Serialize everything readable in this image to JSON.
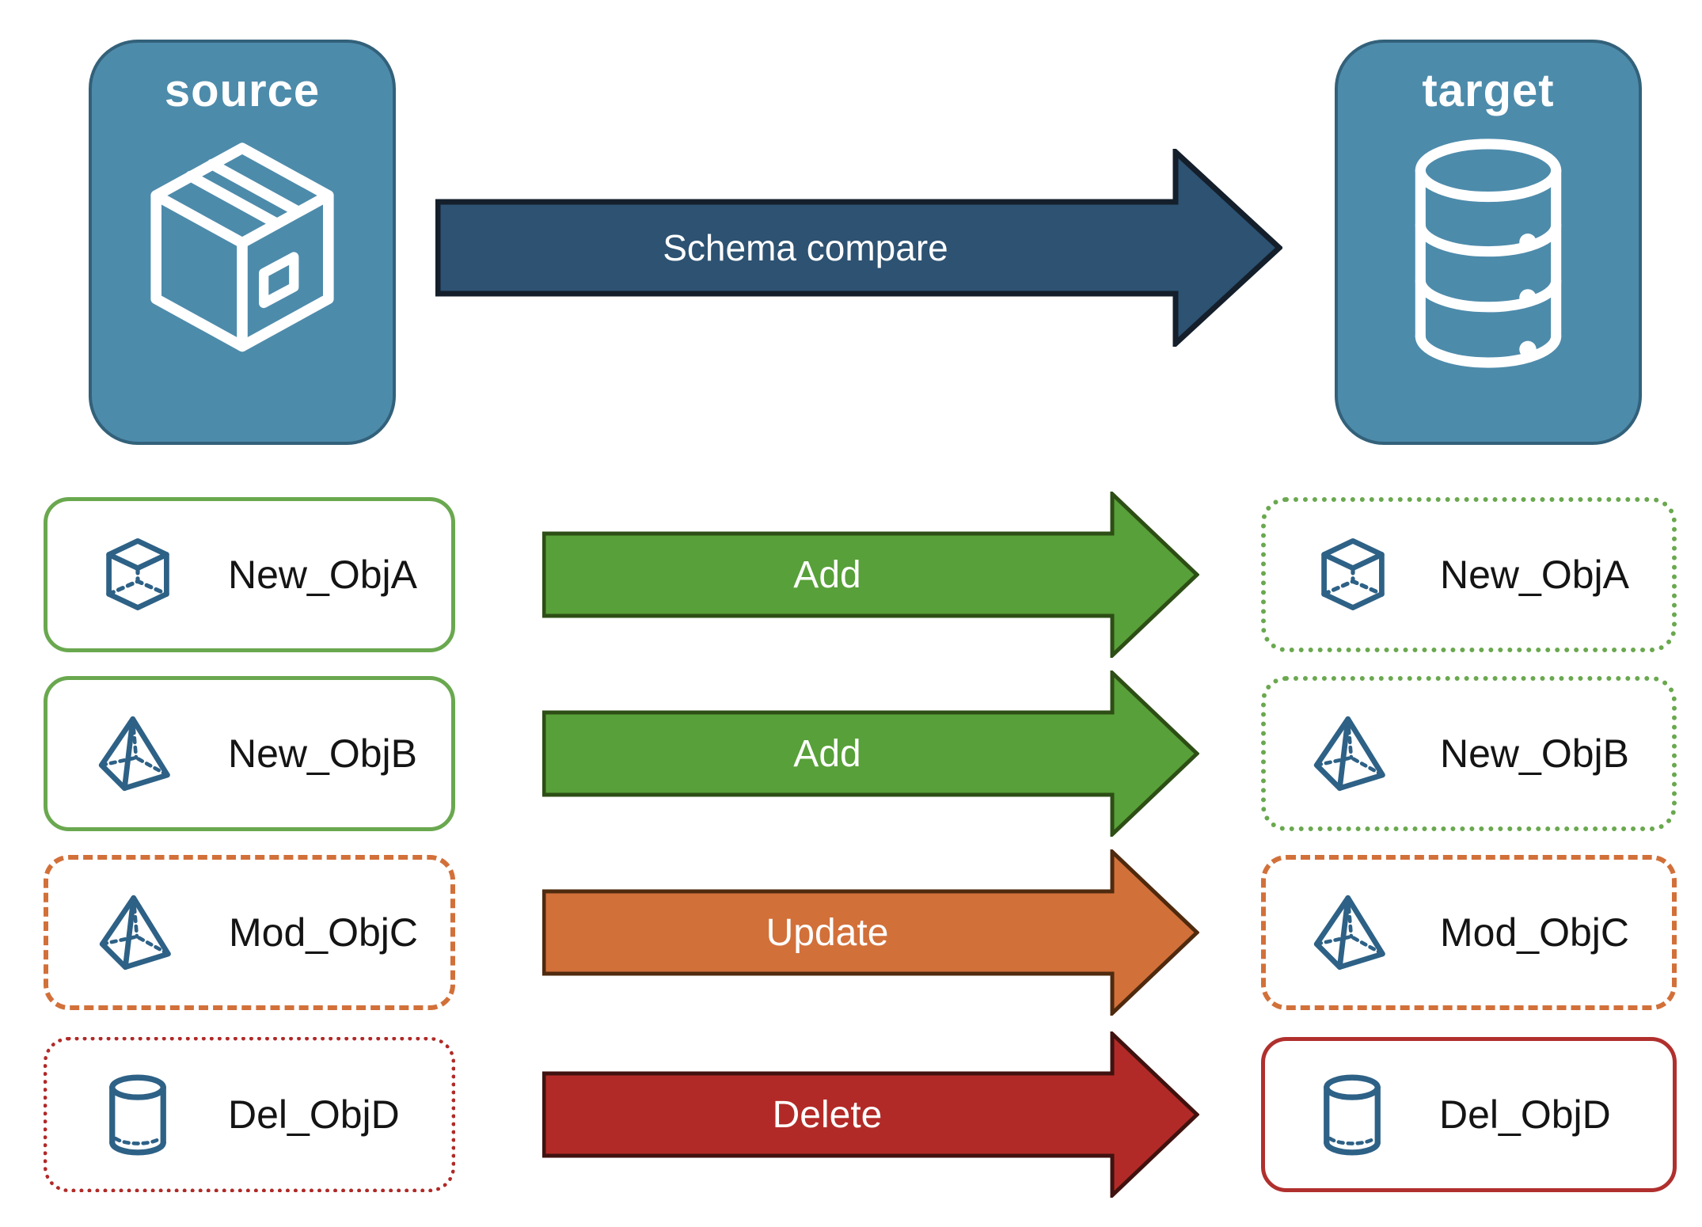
{
  "source": {
    "label": "source",
    "icon": "package-box"
  },
  "target": {
    "label": "target",
    "icon": "database"
  },
  "compare_arrow": {
    "label": "Schema compare",
    "fill": "#2d5272",
    "border": "#141f2b"
  },
  "rows": [
    {
      "left": {
        "label": "New_ObjA",
        "icon": "cube",
        "border_style": "solid",
        "border_color": "#6aa84f"
      },
      "arrow": {
        "label": "Add",
        "fill": "#58a039",
        "border": "#2d4e15"
      },
      "right": {
        "label": "New_ObjA",
        "icon": "cube",
        "border_style": "dotted",
        "border_color": "#6aa84f"
      }
    },
    {
      "left": {
        "label": "New_ObjB",
        "icon": "pyramid",
        "border_style": "solid",
        "border_color": "#6aa84f"
      },
      "arrow": {
        "label": "Add",
        "fill": "#58a039",
        "border": "#2d4e15"
      },
      "right": {
        "label": "New_ObjB",
        "icon": "pyramid",
        "border_style": "dotted",
        "border_color": "#6aa84f"
      }
    },
    {
      "left": {
        "label": "Mod_ObjC",
        "icon": "pyramid",
        "border_style": "dashed",
        "border_color": "#d2703a"
      },
      "arrow": {
        "label": "Update",
        "fill": "#d2703a",
        "border": "#4f2a0e"
      },
      "right": {
        "label": "Mod_ObjC",
        "icon": "pyramid",
        "border_style": "dashed",
        "border_color": "#d2703a"
      }
    },
    {
      "left": {
        "label": "Del_ObjD",
        "icon": "cylinder",
        "border_style": "dotted",
        "border_color": "#b02a28"
      },
      "arrow": {
        "label": "Delete",
        "fill": "#b22a27",
        "border": "#40120f"
      },
      "right": {
        "label": "Del_ObjD",
        "icon": "cylinder",
        "border_style": "solid",
        "border_color": "#b0302e"
      }
    }
  ],
  "colors": {
    "node_fill": "#4d8bab",
    "node_border": "#33617a",
    "icon_stroke_blue": "#2e6186",
    "icon_stroke_white": "#ffffff",
    "text": "#141414",
    "background": "#ffffff"
  }
}
